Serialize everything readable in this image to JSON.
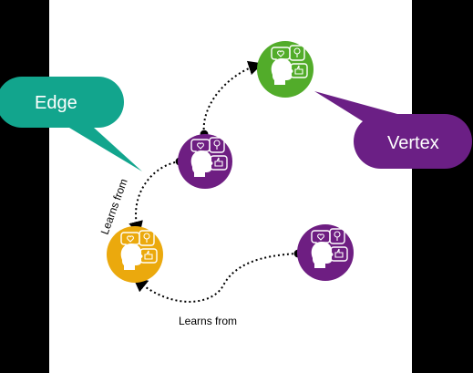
{
  "colors": {
    "background": "#000000",
    "canvas": "#ffffff",
    "edge_callout": "#12a58d",
    "vertex_callout": "#6b1f85",
    "purple_node": "#6e1e82",
    "green_node": "#52ac2a",
    "orange_node": "#eba90d",
    "edge_line": "#000000"
  },
  "callouts": {
    "edge": {
      "label": "Edge"
    },
    "vertex": {
      "label": "Vertex"
    }
  },
  "nodes": [
    {
      "id": "green",
      "color_key": "green_node",
      "icon": "person-speech-bubbles-icon"
    },
    {
      "id": "purple-top",
      "color_key": "purple_node",
      "icon": "person-speech-bubbles-icon"
    },
    {
      "id": "orange",
      "color_key": "orange_node",
      "icon": "person-speech-bubbles-icon"
    },
    {
      "id": "purple-bottom",
      "color_key": "purple_node",
      "icon": "person-speech-bubbles-icon"
    }
  ],
  "edges": [
    {
      "from": "purple-top",
      "to": "green",
      "label": ""
    },
    {
      "from": "purple-top",
      "to": "orange",
      "label": "Learns from"
    },
    {
      "from": "purple-bottom",
      "to": "orange",
      "label": "Learns from"
    }
  ]
}
